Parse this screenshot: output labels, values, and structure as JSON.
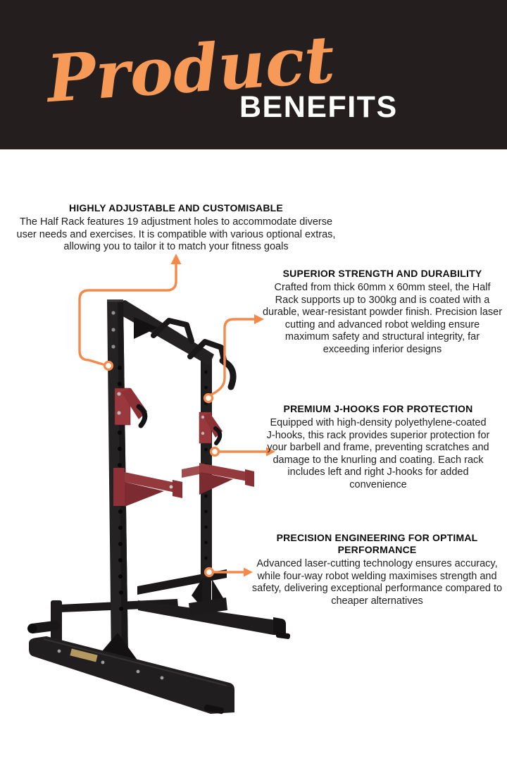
{
  "header": {
    "script_word": "Product",
    "main_word": "BENEFITS",
    "background_color": "#241F1E",
    "script_color": "#F79A58",
    "main_color": "#FFFFFF"
  },
  "benefits": [
    {
      "title": "HIGHLY ADJUSTABLE AND CUSTOMISABLE",
      "body": "The Half Rack features 19 adjustment holes to accommodate diverse user needs and exercises. It is compatible with various optional extras, allowing you to tailor it to match your fitness goals"
    },
    {
      "title": "SUPERIOR STRENGTH AND DURABILITY",
      "body": "Crafted from thick 60mm x 60mm steel, the Half Rack supports up to 300kg and is coated with a durable, wear-resistant powder finish. Precision laser cutting and advanced robot welding ensure maximum safety and structural integrity, far exceeding inferior designs"
    },
    {
      "title": "PREMIUM J-HOOKS FOR PROTECTION",
      "body": "Equipped with high-density polyethylene-coated J-hooks, this rack provides superior protection for your barbell and frame, preventing scratches and damage to the knurling and coating. Each rack includes left and right J-hooks for added convenience"
    },
    {
      "title": "PRECISION ENGINEERING FOR OPTIMAL PERFORMANCE",
      "body": "Advanced laser-cutting technology ensures accuracy, while four-way robot welding maximises strength and safety, delivering exceptional performance compared to cheaper alternatives"
    }
  ],
  "illustration": {
    "subject": "Black steel half rack with red J-hooks and spotter arms",
    "frame_color": "#1E1C1D",
    "red_part_color": "#943A3D",
    "connector_color": "#F5894A",
    "connectors": [
      {
        "icon": "arrow-up-icon",
        "target_benefit": 0
      },
      {
        "icon": "arrow-right-icon",
        "target_benefit": 1
      },
      {
        "icon": "arrow-right-icon",
        "target_benefit": 2
      },
      {
        "icon": "arrow-right-icon",
        "target_benefit": 3
      }
    ]
  }
}
